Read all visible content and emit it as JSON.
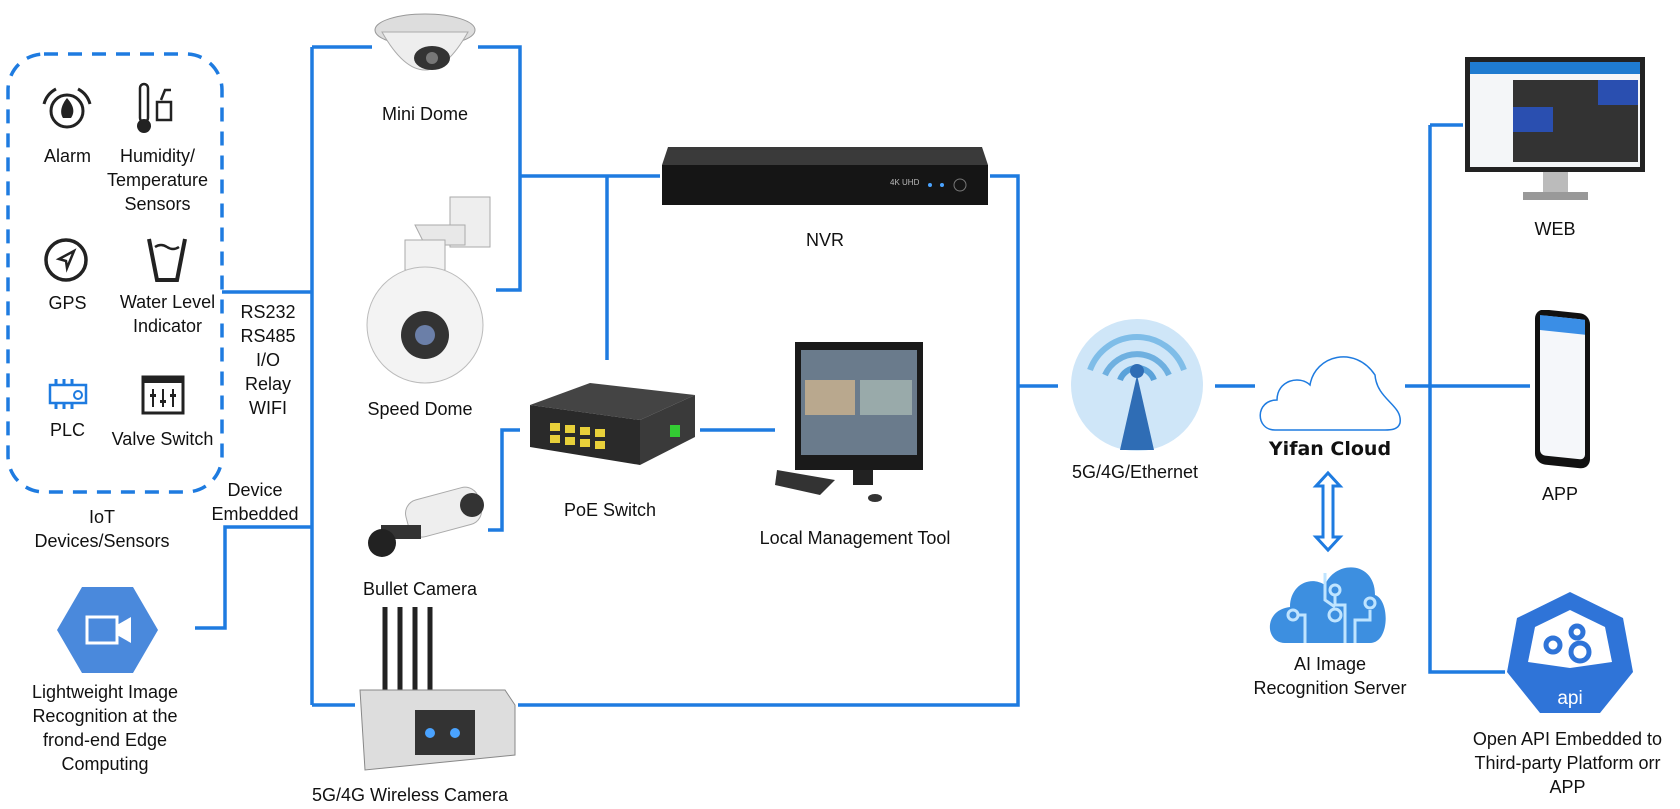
{
  "colors": {
    "line": "#1e7be0",
    "iot_border": "#1e7be0",
    "icon_dark": "#1a1a1a",
    "api": "#2f74d8",
    "ai_cloud": "#3d8fe0"
  },
  "iot": {
    "items": [
      {
        "label": "Alarm",
        "icon": "fire-alarm-icon"
      },
      {
        "label": "Humidity/\nTemperature\nSensors",
        "icon": "thermometer-icon"
      },
      {
        "label": "GPS",
        "icon": "compass-icon"
      },
      {
        "label": "Water Level\nIndicator",
        "icon": "water-cup-icon"
      },
      {
        "label": "PLC",
        "icon": "chip-icon"
      },
      {
        "label": "Valve Switch",
        "icon": "sliders-icon"
      }
    ],
    "caption": "IoT\nDevices/Sensors",
    "interfaces": "RS232\nRS485\nI/O\nRelay\nWIFI",
    "embedded": "Device\nEmbedded"
  },
  "edge": {
    "label": "Lightweight Image\nRecognition at the\nfrond-end Edge\nComputing",
    "icon": "video-ai-hexagon-icon"
  },
  "cameras": {
    "mini_dome": "Mini Dome",
    "speed_dome": "Speed Dome",
    "bullet": "Bullet Camera",
    "wireless": "5G/4G Wireless Camera"
  },
  "nvr": {
    "label": "NVR",
    "badge": "4K UHD"
  },
  "poe": {
    "label": "PoE Switch"
  },
  "local_tool": {
    "label": "Local Management Tool"
  },
  "network": {
    "label": "5G/4G/Ethernet"
  },
  "cloud": {
    "label": "Yifan Cloud"
  },
  "ai_server": {
    "label": "AI Image\nRecognition Server"
  },
  "outputs": {
    "web": "WEB",
    "app": "APP",
    "api_badge": "api",
    "api_label": "Open API Embedded to\nThird-party Platform orr\nAPP"
  }
}
